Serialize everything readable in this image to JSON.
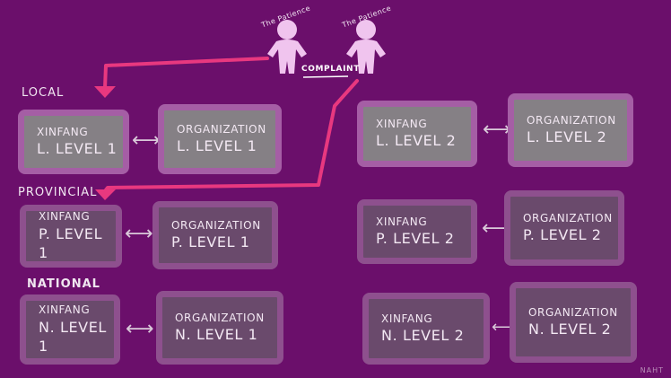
{
  "people": [
    {
      "label": "The Patience"
    },
    {
      "label": "The Patience"
    }
  ],
  "complaint_label": "COMPLAINT",
  "levels": {
    "local": "LOCAL",
    "provincial": "PROVINCIAL",
    "national": "NATIONAL"
  },
  "boxes": {
    "xinfang_l1": {
      "line1": "XINFANG",
      "line2": "L. LEVEL 1"
    },
    "org_l1": {
      "line1": "ORGANIZATION",
      "line2": "L. LEVEL 1"
    },
    "xinfang_l2": {
      "line1": "XINFANG",
      "line2": "L. LEVEL 2"
    },
    "org_l2": {
      "line1": "ORGANIZATION",
      "line2": "L. LEVEL 2"
    },
    "xinfang_p1": {
      "line1": "XINFANG",
      "line2": "P. LEVEL 1"
    },
    "org_p1": {
      "line1": "ORGANIZATION",
      "line2": "P. LEVEL 1"
    },
    "xinfang_p2": {
      "line1": "XINFANG",
      "line2": "P. LEVEL 2"
    },
    "org_p2": {
      "line1": "ORGANIZATION",
      "line2": "P. LEVEL 2"
    },
    "xinfang_n1": {
      "line1": "XINFANG",
      "line2": "N. LEVEL 1"
    },
    "org_n1": {
      "line1": "ORGANIZATION",
      "line2": "N. LEVEL 1"
    },
    "xinfang_n2": {
      "line1": "XINFANG",
      "line2": "N. LEVEL 2"
    },
    "org_n2": {
      "line1": "ORGANIZATION",
      "line2": "N. LEVEL 2"
    }
  },
  "bidirectional_arrow": "⟷",
  "signature": "NAHT",
  "colors": {
    "background": "#6b0f6b",
    "flow_arrow": "#e8387f",
    "person_fill": "#f0c4ee"
  },
  "icons": {
    "person": "person-figure-icon",
    "flow": "flow-arrow-icon"
  }
}
